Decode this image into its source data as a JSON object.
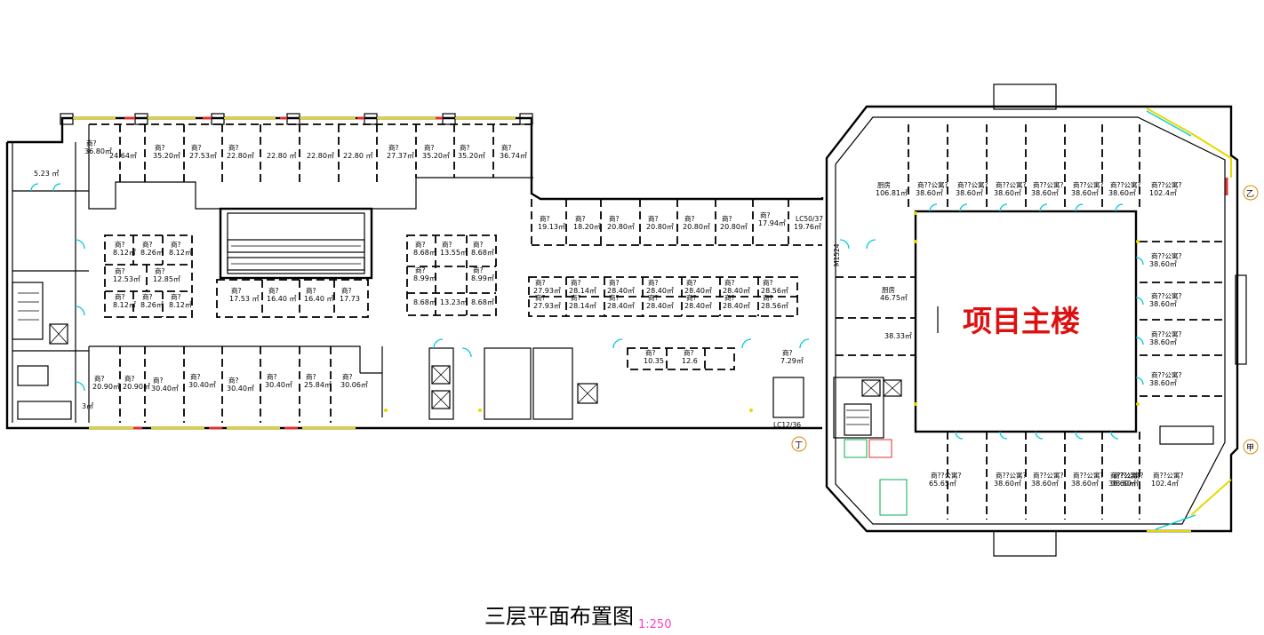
{
  "title": "三层平面布置图",
  "scale": "1:250",
  "main_building_label": "项目主楼",
  "axis_markers": [
    "乙",
    "甲",
    "丁"
  ],
  "tags": [
    "LC50/37",
    "LC12/36",
    "M1524"
  ],
  "colors": {
    "label_red": "#dd1111",
    "scale_pink": "#ff3fc8",
    "window_yellow": "#e8d800",
    "window_red": "#e03030",
    "door_cyan": "#00c8d8"
  },
  "rooms": [
    {
      "label": "商?",
      "area": "36.80㎡"
    },
    {
      "label": "",
      "area": "24.64㎡"
    },
    {
      "label": "商?",
      "area": "35.20㎡"
    },
    {
      "label": "商?",
      "area": "27.53㎡"
    },
    {
      "label": "商?",
      "area": "22.80㎡"
    },
    {
      "label": "",
      "area": "22.80 ㎡"
    },
    {
      "label": "",
      "area": "22.80㎡"
    },
    {
      "label": "",
      "area": "22.80 ㎡"
    },
    {
      "label": "商?",
      "area": "27.37㎡"
    },
    {
      "label": "商?",
      "area": "35.20㎡"
    },
    {
      "label": "商?",
      "area": "35.20㎡"
    },
    {
      "label": "商?",
      "area": "36.74㎡"
    },
    {
      "label": "",
      "area": "5.23 ㎡"
    },
    {
      "label": "商?",
      "area": "19.13㎡"
    },
    {
      "label": "商?",
      "area": "18.20㎡"
    },
    {
      "label": "商?",
      "area": "20.80㎡"
    },
    {
      "label": "商?",
      "area": "20.80㎡"
    },
    {
      "label": "商?",
      "area": "20.80㎡"
    },
    {
      "label": "商?",
      "area": "20.80㎡"
    },
    {
      "label": "商?",
      "area": "17.94㎡"
    },
    {
      "label": "LC50/37",
      "area": "19.76㎡"
    },
    {
      "label": "商?",
      "area": "8.12㎡"
    },
    {
      "label": "商?",
      "area": "8.26㎡"
    },
    {
      "label": "商?",
      "area": "8.12㎡"
    },
    {
      "label": "商?",
      "area": "12.53㎡"
    },
    {
      "label": "商?",
      "area": "12.85㎡"
    },
    {
      "label": "商?",
      "area": "8.12㎡"
    },
    {
      "label": "商?",
      "area": "8.26㎡"
    },
    {
      "label": "商?",
      "area": "8.12㎡"
    },
    {
      "label": "商?",
      "area": "17.53 ㎡"
    },
    {
      "label": "商?",
      "area": "16.40 ㎡"
    },
    {
      "label": "商?",
      "area": "16.40 ㎡"
    },
    {
      "label": "商?",
      "area": "17.73"
    },
    {
      "label": "商?",
      "area": "8.68㎡"
    },
    {
      "label": "商?",
      "area": "13.55㎡"
    },
    {
      "label": "商?",
      "area": "8.68㎡"
    },
    {
      "label": "商?",
      "area": "8.99㎡"
    },
    {
      "label": "商?",
      "area": "8.99㎡"
    },
    {
      "label": "",
      "area": "8.68㎡"
    },
    {
      "label": "",
      "area": "13.23㎡"
    },
    {
      "label": "",
      "area": "8.68㎡"
    },
    {
      "label": "商?",
      "area": "27.93㎡"
    },
    {
      "label": "商?",
      "area": "28.14㎡"
    },
    {
      "label": "商?",
      "area": "28.40㎡"
    },
    {
      "label": "商?",
      "area": "28.40㎡"
    },
    {
      "label": "商?",
      "area": "28.40㎡"
    },
    {
      "label": "商?",
      "area": "28.40㎡"
    },
    {
      "label": "商?",
      "area": "28.56㎡"
    },
    {
      "label": "商?",
      "area": "27.93㎡"
    },
    {
      "label": "商?",
      "area": "28.14㎡"
    },
    {
      "label": "商?",
      "area": "28.40㎡"
    },
    {
      "label": "商?",
      "area": "28.40㎡"
    },
    {
      "label": "商?",
      "area": "28.40㎡"
    },
    {
      "label": "商?",
      "area": "28.40㎡"
    },
    {
      "label": "商?",
      "area": "28.56㎡"
    },
    {
      "label": "商?",
      "area": "20.90㎡"
    },
    {
      "label": "商?",
      "area": "20.90㎡"
    },
    {
      "label": "商?",
      "area": "30.40㎡"
    },
    {
      "label": "商?",
      "area": "30.40㎡"
    },
    {
      "label": "商?",
      "area": "30.40㎡"
    },
    {
      "label": "商?",
      "area": "30.40㎡"
    },
    {
      "label": "商?",
      "area": "25.84㎡"
    },
    {
      "label": "商?",
      "area": "30.06㎡"
    },
    {
      "label": "",
      "area": "3㎡"
    },
    {
      "label": "商?",
      "area": "10.35"
    },
    {
      "label": "商?",
      "area": "12.6"
    },
    {
      "label": "商?",
      "area": "7.29㎡"
    },
    {
      "label": "厨房",
      "area": "106.81㎡"
    },
    {
      "label": "商??公寓?",
      "area": "38.60㎡"
    },
    {
      "label": "商??公寓?",
      "area": "38.60㎡"
    },
    {
      "label": "商??公寓?",
      "area": "38.60㎡"
    },
    {
      "label": "商??公寓?",
      "area": "38.60㎡"
    },
    {
      "label": "商??公寓?",
      "area": "38.60㎡"
    },
    {
      "label": "商??公寓?",
      "area": "38.60㎡"
    },
    {
      "label": "商??公寓?",
      "area": "102.4㎡"
    },
    {
      "label": "厨房",
      "area": "46.75㎡"
    },
    {
      "label": "",
      "area": "38.33㎡"
    },
    {
      "label": "商??公寓?",
      "area": "38.60㎡"
    },
    {
      "label": "商??公寓?",
      "area": "38.60㎡"
    },
    {
      "label": "商??公寓?",
      "area": "38.60㎡"
    },
    {
      "label": "商??公寓?",
      "area": "38.60㎡"
    },
    {
      "label": "商??公寓?",
      "area": "65.65㎡"
    },
    {
      "label": "商??公寓?",
      "area": "38.60㎡"
    },
    {
      "label": "商??公寓?",
      "area": "38.60㎡"
    },
    {
      "label": "商??公寓?",
      "area": "38.60㎡"
    },
    {
      "label": "商??公寓?",
      "area": "38.60㎡"
    },
    {
      "label": "商??公寓?",
      "area": "38.60㎡"
    },
    {
      "label": "商??公寓?",
      "area": "102.4㎡"
    }
  ]
}
